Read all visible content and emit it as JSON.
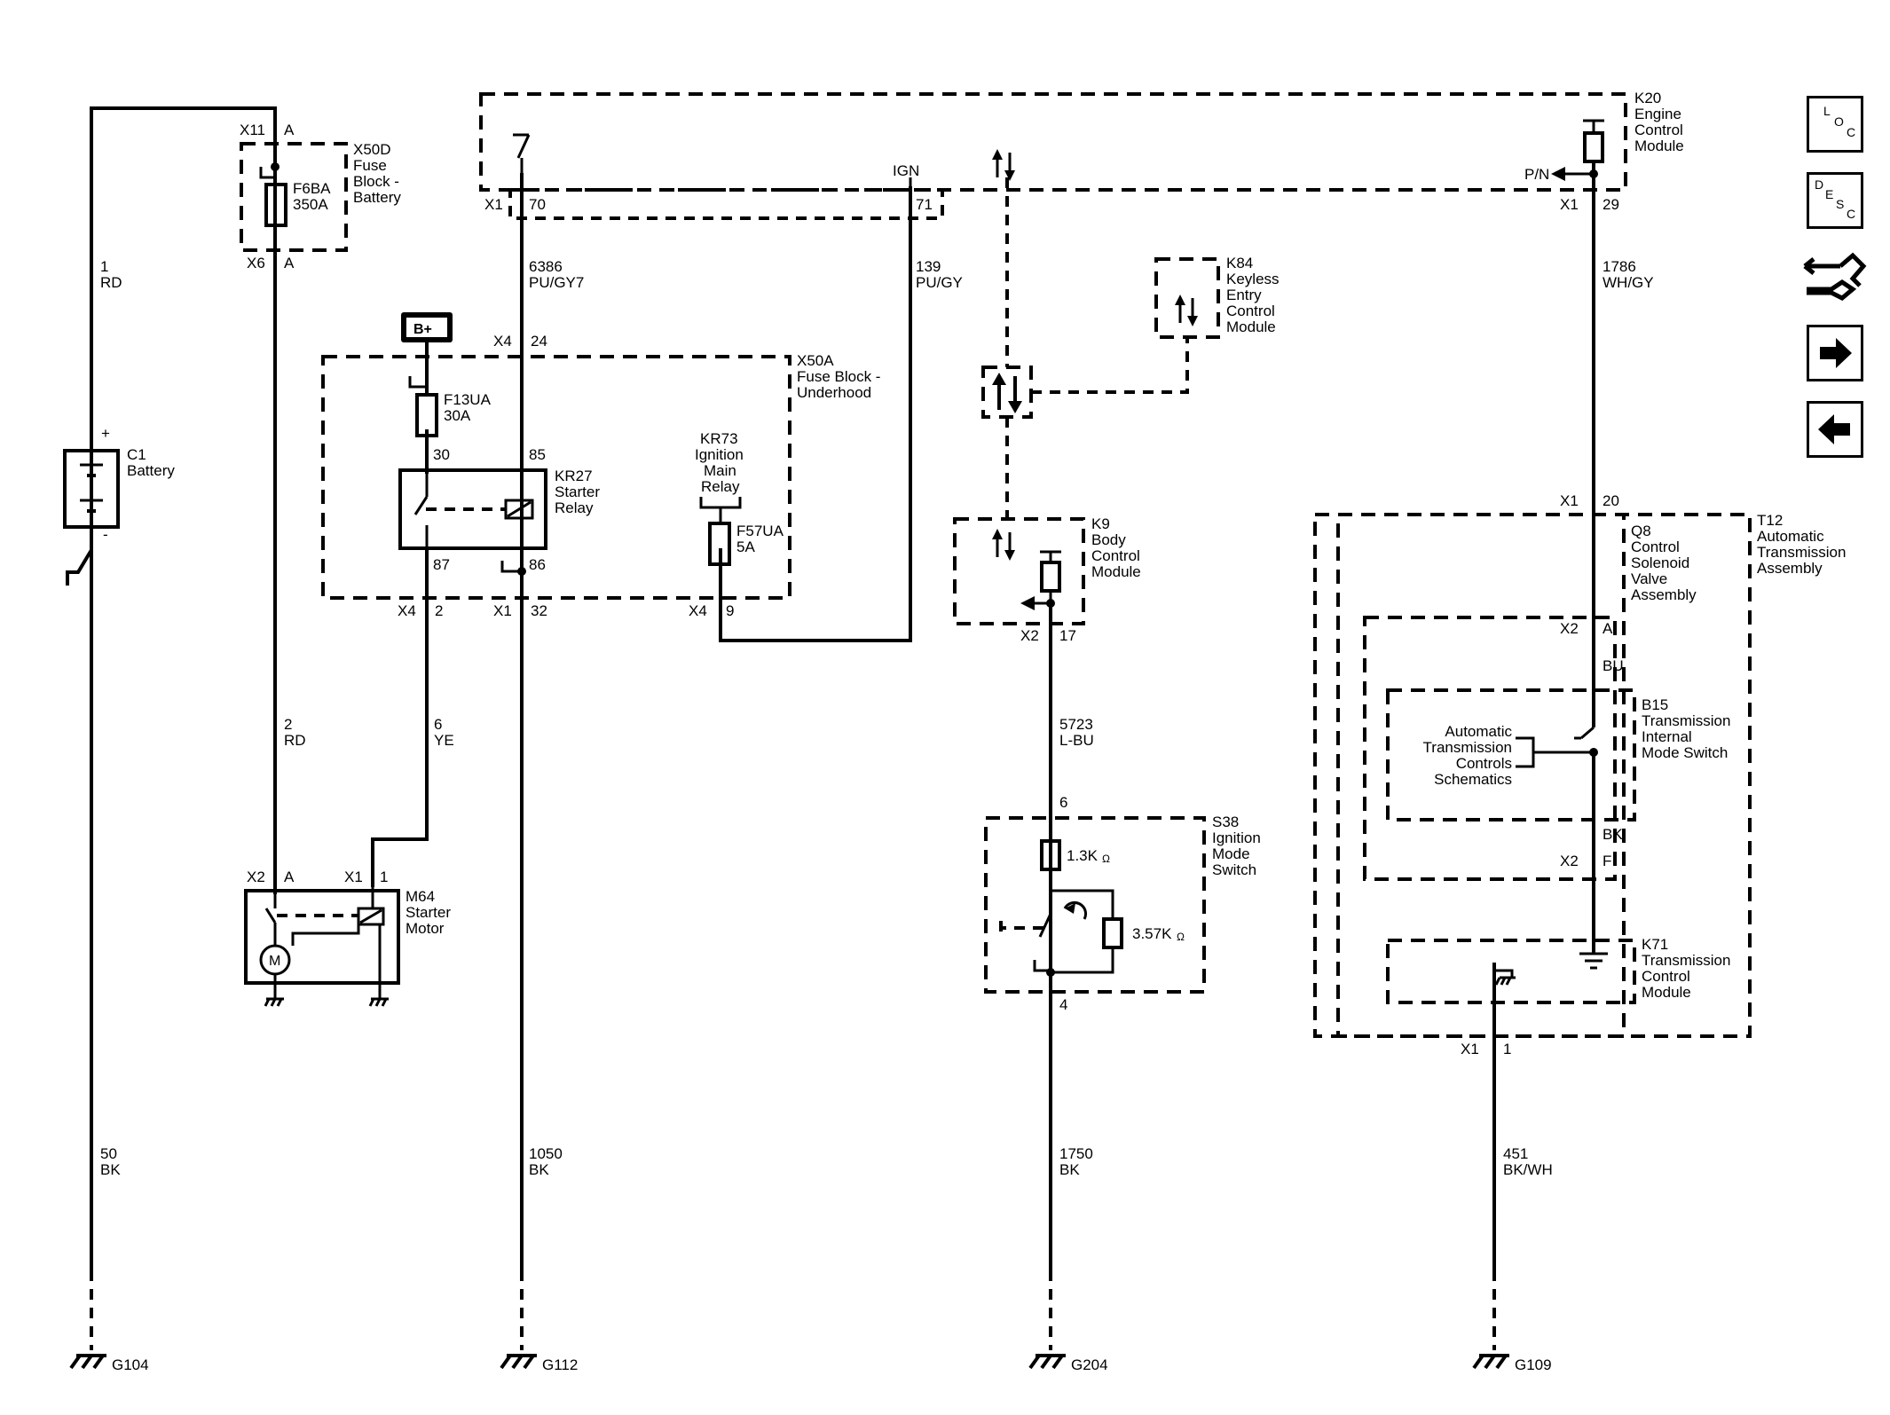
{
  "components": {
    "battery": {
      "id": "C1",
      "name": "Battery",
      "plus": "+",
      "minus": "-"
    },
    "x50d": {
      "id": "X50D",
      "l1": "Fuse",
      "l2": "Block -",
      "l3": "Battery",
      "conn_top": "X11",
      "pin_top": "A",
      "conn_bot": "X6",
      "pin_bot": "A"
    },
    "f6ba": {
      "id": "F6BA",
      "rating": "350A"
    },
    "x50a": {
      "id": "X50A",
      "l1": "Fuse Block -",
      "l2": "Underhood"
    },
    "f13ua": {
      "id": "F13UA",
      "rating": "30A"
    },
    "kr27": {
      "id": "KR27",
      "l1": "Starter",
      "l2": "Relay",
      "pin30": "30",
      "pin85": "85",
      "pin87": "87",
      "pin86": "86"
    },
    "kr73": {
      "id": "KR73",
      "l1": "Ignition",
      "l2": "Main",
      "l3": "Relay"
    },
    "f57ua": {
      "id": "F57UA",
      "rating": "5A"
    },
    "bplus": "B+",
    "m64": {
      "id": "M64",
      "l1": "Starter",
      "l2": "Motor",
      "motor": "M"
    },
    "k20": {
      "id": "K20",
      "l1": "Engine",
      "l2": "Control",
      "l3": "Module",
      "pn": "P/N",
      "ign": "IGN"
    },
    "k84": {
      "id": "K84",
      "l1": "Keyless",
      "l2": "Entry",
      "l3": "Control",
      "l4": "Module"
    },
    "k9": {
      "id": "K9",
      "l1": "Body",
      "l2": "Control",
      "l3": "Module"
    },
    "s38": {
      "id": "S38",
      "l1": "Ignition",
      "l2": "Mode",
      "l3": "Switch",
      "r1": "1.3K",
      "r2": "3.57K",
      "ohm": "Ω"
    },
    "t12": {
      "id": "T12",
      "l1": "Automatic",
      "l2": "Transmission",
      "l3": "Assembly"
    },
    "q8": {
      "id": "Q8",
      "l1": "Control",
      "l2": "Solenoid",
      "l3": "Valve",
      "l4": "Assembly"
    },
    "b15": {
      "id": "B15",
      "l1": "Transmission",
      "l2": "Internal",
      "l3": "Mode Switch"
    },
    "atcs": {
      "l1": "Automatic",
      "l2": "Transmission",
      "l3": "Controls",
      "l4": "Schematics"
    },
    "k71": {
      "id": "K71",
      "l1": "Transmission",
      "l2": "Control",
      "l3": "Module"
    }
  },
  "connectors": {
    "x1": "X1",
    "x2": "X2",
    "x4": "X4",
    "p70": "70",
    "p71": "71",
    "p24": "24",
    "p2": "2",
    "p32": "32",
    "p9": "9",
    "pA": "A",
    "p1": "1",
    "p17": "17",
    "p6": "6",
    "p4": "4",
    "p29": "29",
    "p20": "20",
    "pF": "F"
  },
  "wires": {
    "w1": {
      "num": "1",
      "color": "RD"
    },
    "w2": {
      "num": "2",
      "color": "RD"
    },
    "w6": {
      "num": "6",
      "color": "YE"
    },
    "w6386": {
      "num": "6386",
      "color": "PU/GY7"
    },
    "w139": {
      "num": "139",
      "color": "PU/GY"
    },
    "w5723": {
      "num": "5723",
      "color": "L-BU"
    },
    "w1786": {
      "num": "1786",
      "color": "WH/GY"
    },
    "wbu": {
      "color": "BU"
    },
    "wbk": {
      "color": "BK"
    },
    "w50": {
      "num": "50",
      "color": "BK"
    },
    "w1050": {
      "num": "1050",
      "color": "BK"
    },
    "w1750": {
      "num": "1750",
      "color": "BK"
    },
    "w451": {
      "num": "451",
      "color": "BK/WH"
    }
  },
  "grounds": {
    "g104": "G104",
    "g112": "G112",
    "g204": "G204",
    "g109": "G109"
  },
  "nav": {
    "loc": {
      "l1": "L",
      "l2": "O",
      "l3": "C"
    },
    "desc": {
      "l1": "D",
      "l2": "E",
      "l3": "S",
      "l4": "C"
    }
  },
  "colors": {
    "ink": "#000000",
    "background": "#ffffff"
  }
}
